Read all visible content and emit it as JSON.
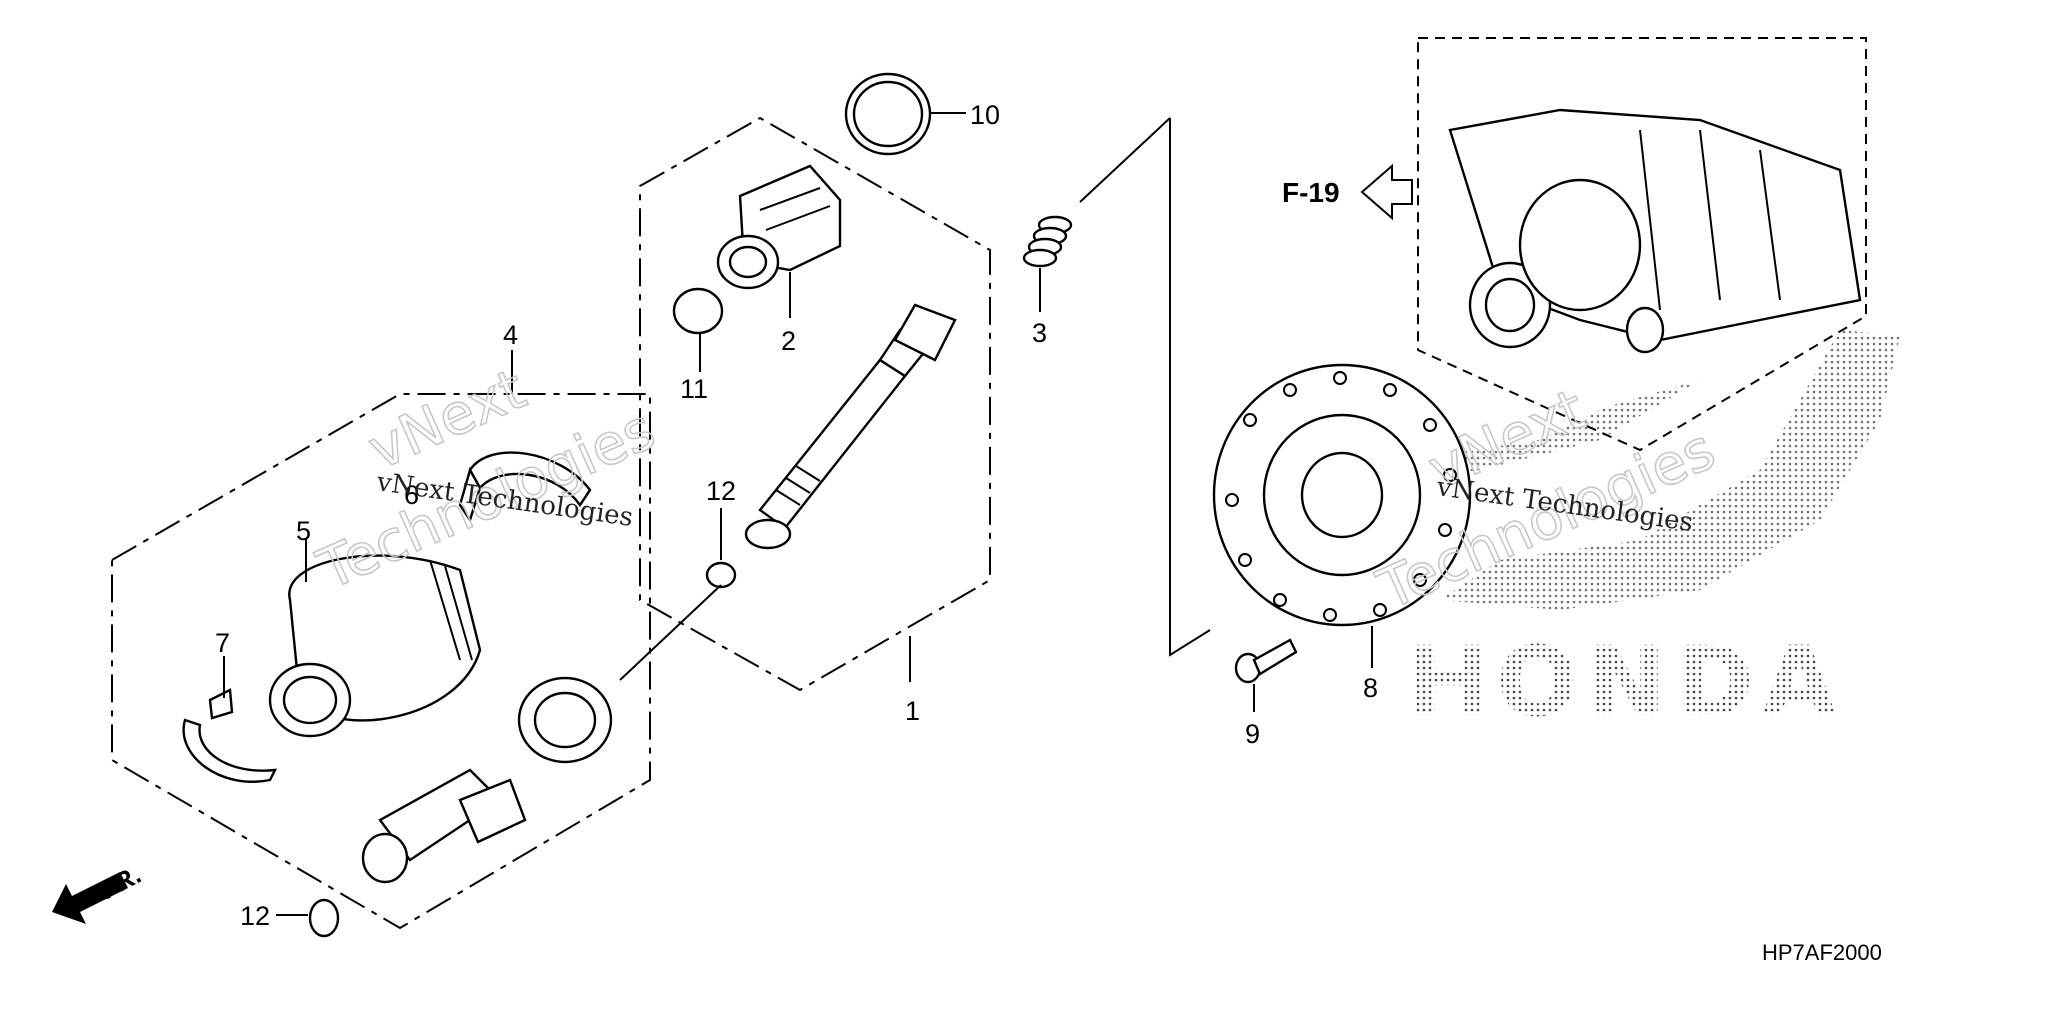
{
  "callouts": {
    "c1": "1",
    "c2": "2",
    "c3": "3",
    "c4": "4",
    "c5": "5",
    "c6": "6",
    "c7": "7",
    "c8": "8",
    "c9": "9",
    "c10": "10",
    "c11": "11",
    "c12a": "12",
    "c12b": "12"
  },
  "references": {
    "f19": "F-19",
    "front": "FR."
  },
  "diagram_code": "HP7AF2000",
  "watermarks": {
    "brand_big_1": "vNext",
    "brand_big_2": "Technologies",
    "brand_small": "vNext Technologies"
  },
  "logo_text": "HONDA",
  "icons": {
    "arrow_ref": "hollow-left-arrow-icon",
    "arrow_front": "solid-front-arrow-icon"
  }
}
